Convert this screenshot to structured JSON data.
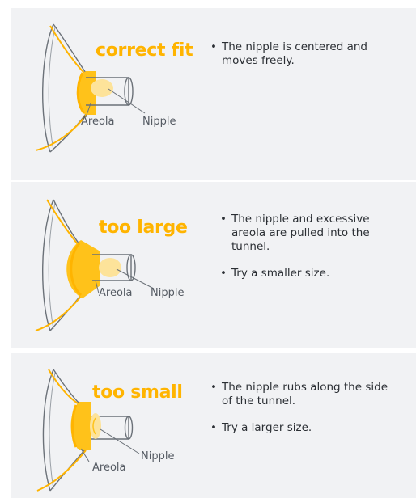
{
  "panels": [
    {
      "title": "correct fit",
      "areola_label": "Areola",
      "nipple_label": "Nipple",
      "notes": [
        "The nipple is centered and moves freely."
      ]
    },
    {
      "title": "too large",
      "areola_label": "Areola",
      "nipple_label": "Nipple",
      "notes": [
        "The nipple and excessive areola are pulled into the tunnel.",
        "Try a smaller size."
      ]
    },
    {
      "title": "too small",
      "areola_label": "Areola",
      "nipple_label": "Nipple",
      "notes": [
        "The nipple rubs along the side of the tunnel.",
        "Try a larger size."
      ]
    }
  ],
  "colors": {
    "accent": "#ffb400",
    "areola": "#ffc21a",
    "nipple": "#fde39a",
    "panel": "#f1f2f4",
    "line": "#6b7178"
  }
}
